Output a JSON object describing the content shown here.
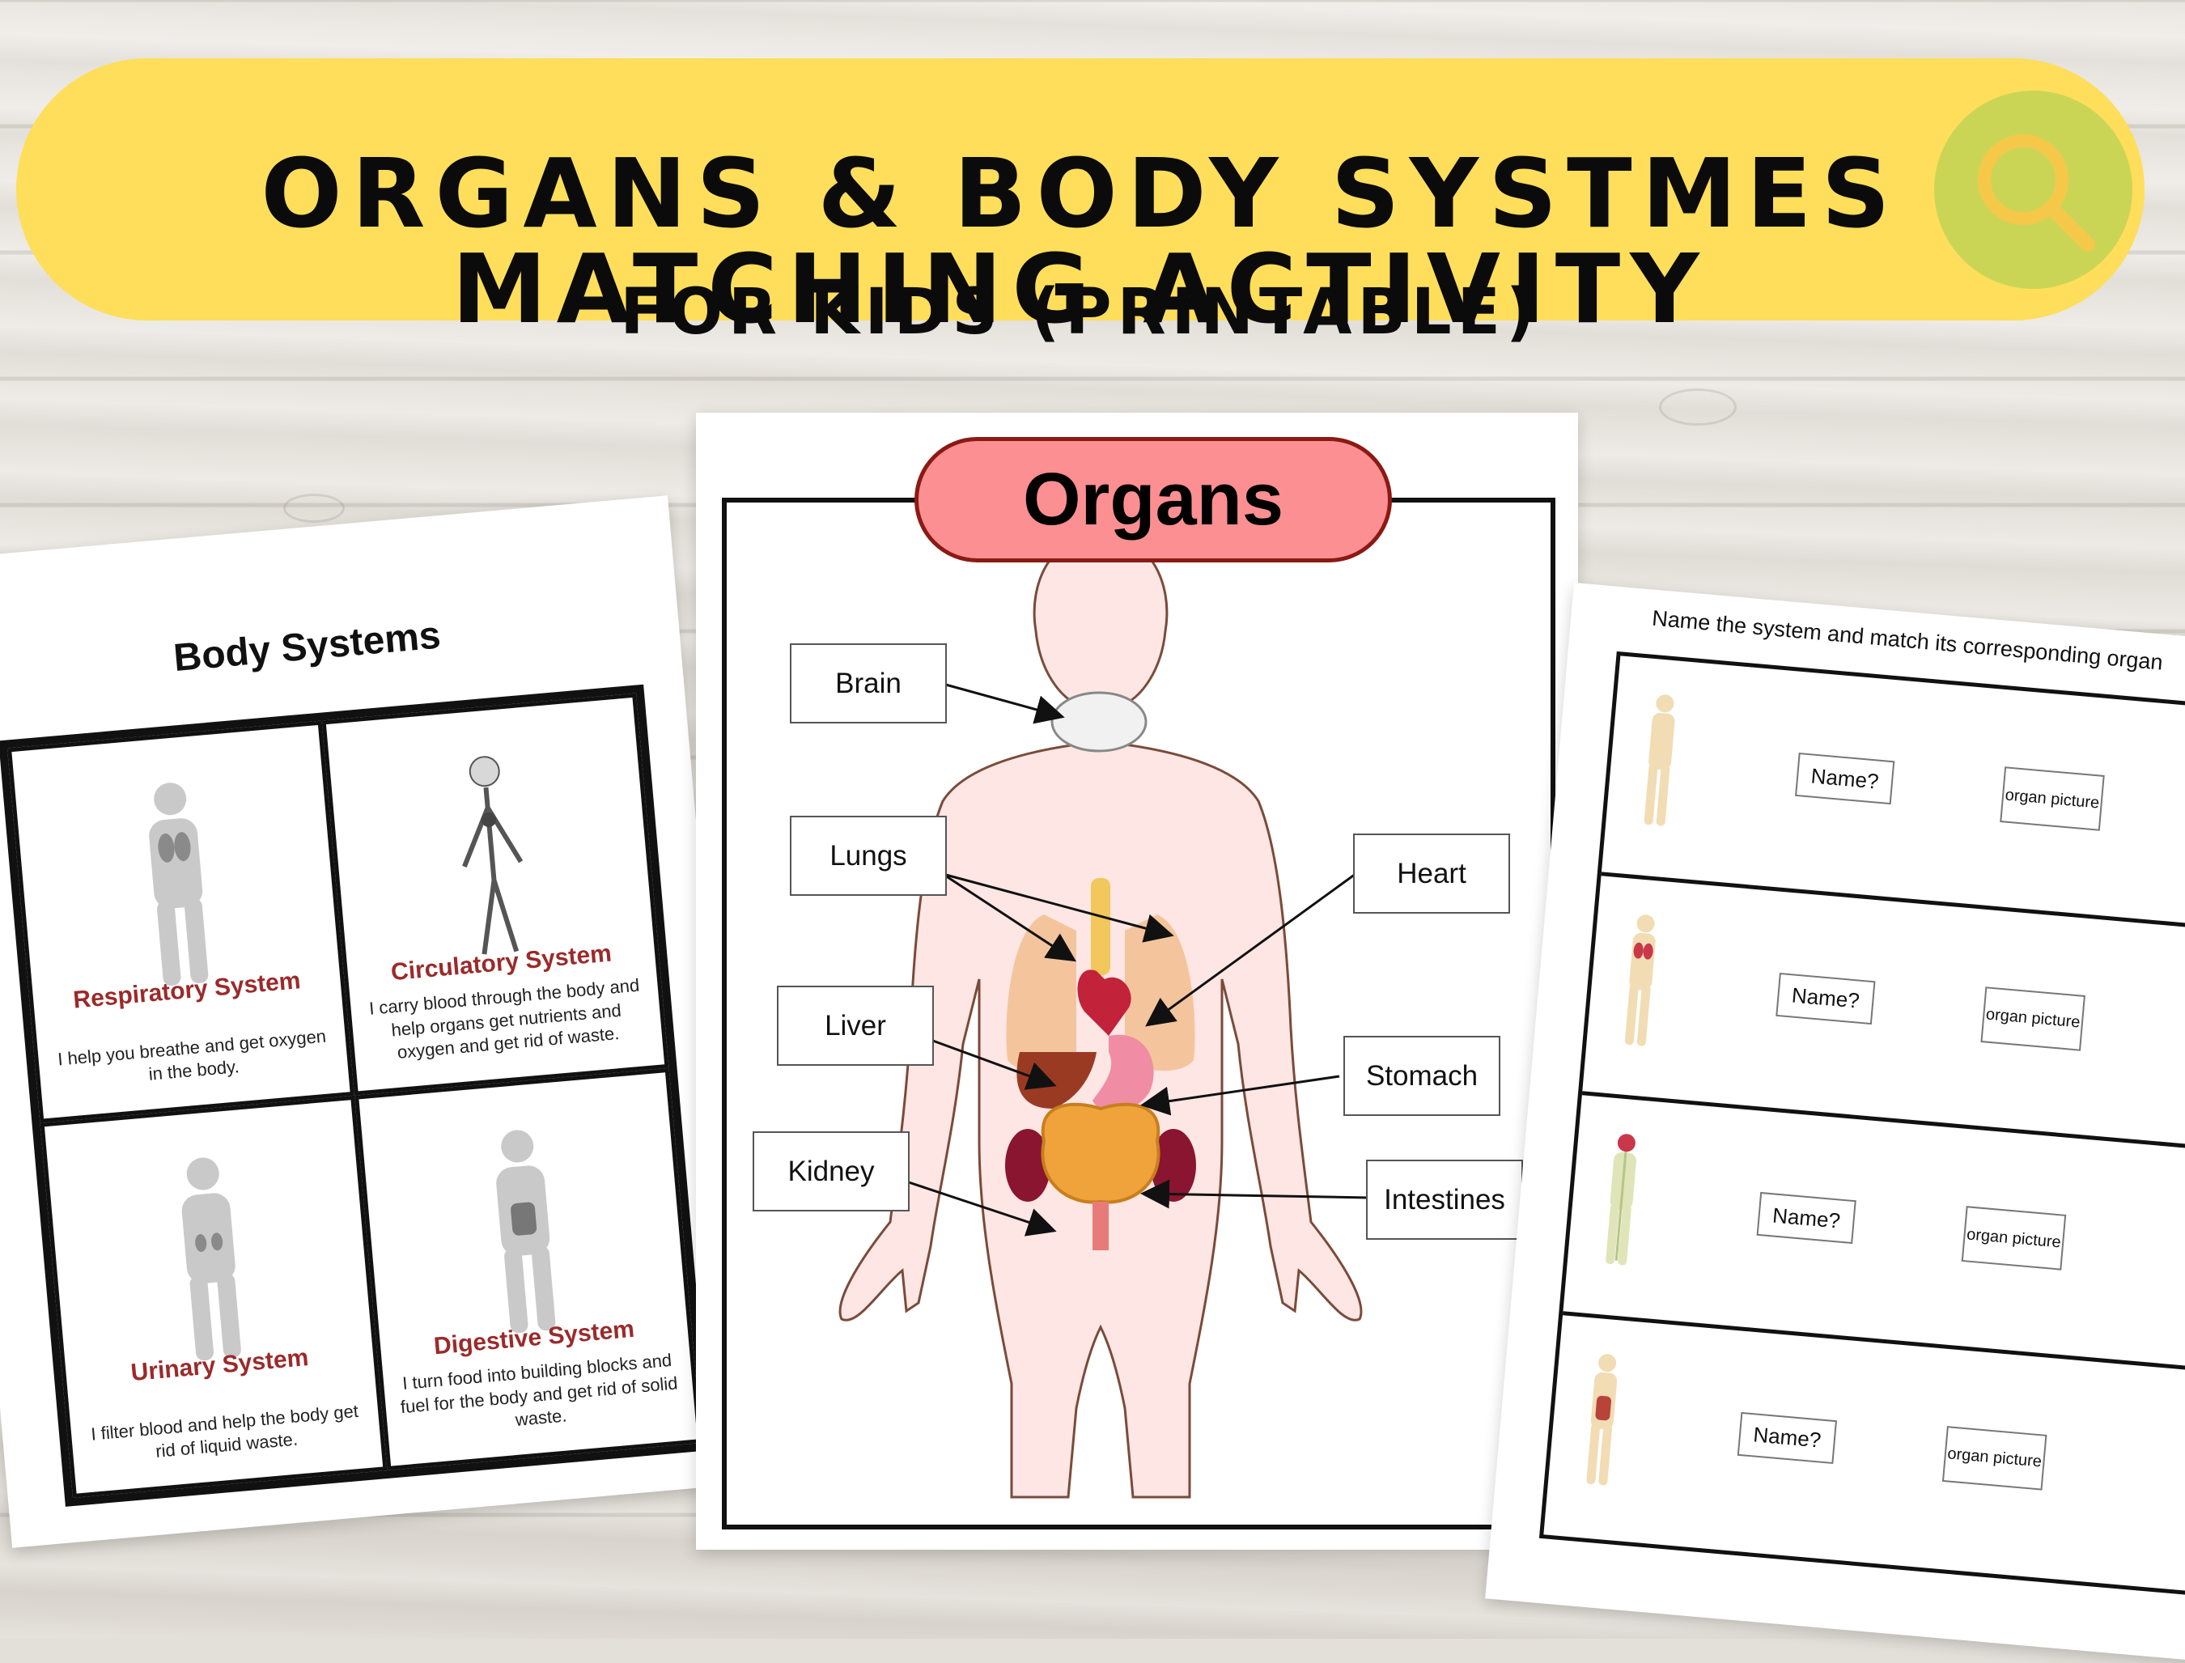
{
  "banner": {
    "title": "ORGANS & BODY SYSTMES MATCHING ACTIVITY",
    "subtitle": "FOR KIDS (PRINTABLE)",
    "badge_icon": "search-icon"
  },
  "body_systems_page": {
    "title": "Body Systems",
    "cards": [
      {
        "title": "Respiratory System",
        "desc": "I help you breathe and get oxygen in the body."
      },
      {
        "title": "Circulatory System",
        "desc": "I carry blood through the body and help organs get nutrients and oxygen and get rid of waste."
      },
      {
        "title": "Urinary System",
        "desc": "I filter blood and help the body get rid of liquid waste."
      },
      {
        "title": "Digestive System",
        "desc": "I turn food into building blocks and fuel for the body and get rid of solid waste."
      }
    ]
  },
  "organs_page": {
    "title": "Organs",
    "labels": {
      "brain": "Brain",
      "lungs": "Lungs",
      "liver": "Liver",
      "kidney": "Kidney",
      "heart": "Heart",
      "stomach": "Stomach",
      "intestines": "Intestines"
    }
  },
  "matching_page": {
    "instruction": "Name the system and match its corresponding organ",
    "rows": [
      {
        "name_placeholder": "Name?",
        "picture_placeholder": "organ picture"
      },
      {
        "name_placeholder": "Name?",
        "picture_placeholder": "organ picture"
      },
      {
        "name_placeholder": "Name?",
        "picture_placeholder": "organ picture"
      },
      {
        "name_placeholder": "Name?",
        "picture_placeholder": "organ picture"
      }
    ]
  },
  "colors": {
    "banner_yellow": "#fede5b",
    "organs_pill": "#fc8f92",
    "system_title_red": "#9b2a2a"
  }
}
